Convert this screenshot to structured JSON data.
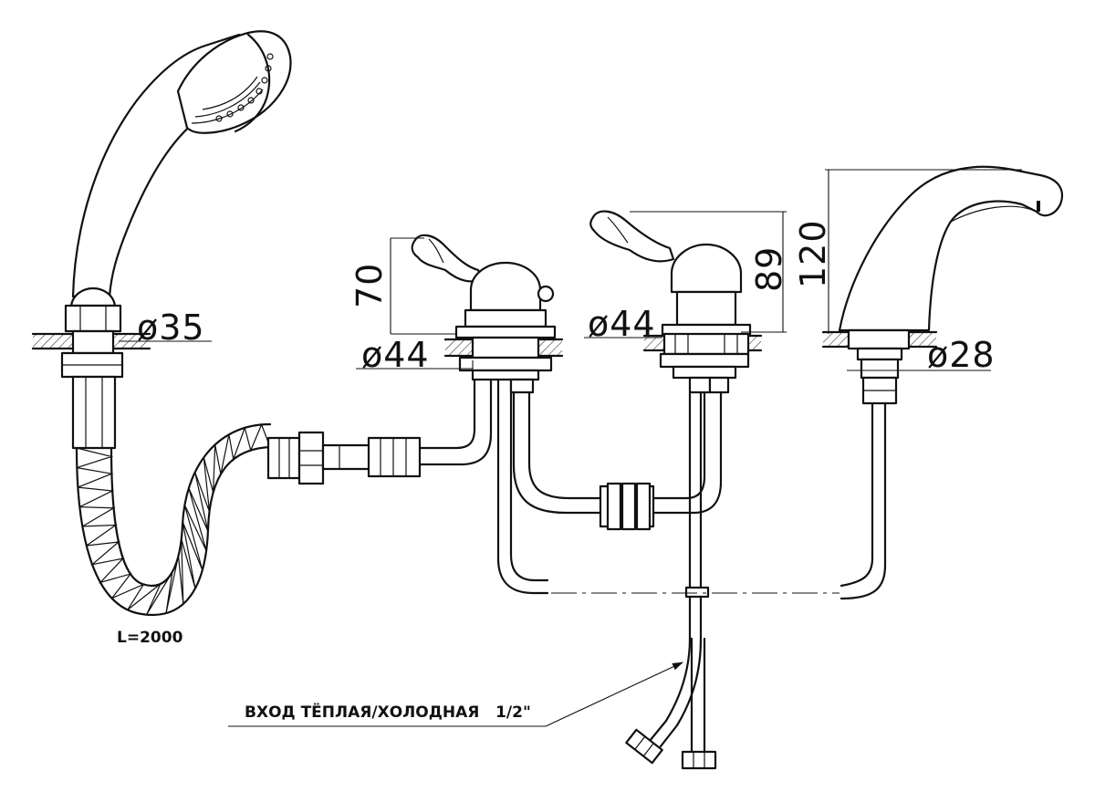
{
  "dimensions": {
    "shower_diameter": "ø35",
    "left_valve_diameter": "ø44",
    "left_valve_height": "70",
    "right_valve_diameter": "ø44",
    "right_valve_height": "89",
    "spout_height": "120",
    "spout_diameter": "ø28"
  },
  "labels": {
    "hose_length": "L=2000",
    "inlet": "ВХОД ТЁПЛАЯ/ХОЛОДНАЯ   1/2\""
  }
}
